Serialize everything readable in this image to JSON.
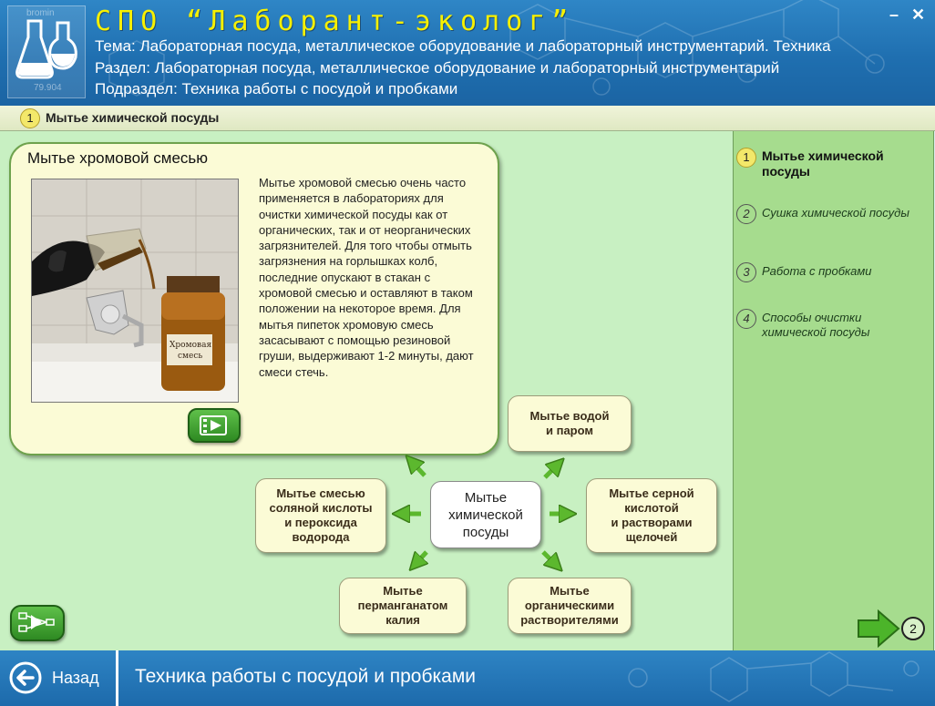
{
  "header": {
    "logo_top": "bromin",
    "logo_bottom": "79.904",
    "app_title": "СПО “Лаборант-эколог”",
    "theme": "Тема: Лабораторная посуда, металлическое оборудование и лабораторный инструментарий. Техника",
    "section": "Раздел: Лабораторная посуда, металлическое оборудование и лабораторный инструментарий",
    "subsection": "Подраздел: Техника работы с посудой и пробками",
    "minimize": "–",
    "close": "✕"
  },
  "topic_bar": {
    "number": "1",
    "label": "Мытье химической посуды"
  },
  "card": {
    "title": "Мытье хромовой смесью",
    "photo_label_1": "Хромовая",
    "photo_label_2": "смесь",
    "text": "Мытье хромовой смесью очень часто применяется в лабораториях для очистки химической посуды как от органических, так и от неорганических загрязнителей. Для того чтобы отмыть загрязнения на горлышках колб, последние опускают в стакан с хромовой смесью и оставляют в таком положении на некоторое время. Для мытья пипеток хромовую смесь засасывают с помощью резиновой груши, выдерживают 1-2 минуты, дают смеси стечь."
  },
  "diagram": {
    "center": "Мытье\nхимической\nпосуды",
    "top_right": "Мытье водой\nи паром",
    "left": "Мытье смесью\nсоляной кислоты\nи пероксида\nводорода",
    "right": "Мытье серной\nкислотой\nи растворами\nщелочей",
    "bottom_left": "Мытье\nперманганатом\nкалия",
    "bottom_right": "Мытье\nорганическими\nрастворителями"
  },
  "sidebar": {
    "items": [
      {
        "number": "1",
        "label": "Мытье химической посуды"
      },
      {
        "number": "2",
        "label": "Сушка химической посуды"
      },
      {
        "number": "3",
        "label": "Работа с пробками"
      },
      {
        "number": "4",
        "label": "Способы очистки химической посуды"
      }
    ],
    "next_number": "2"
  },
  "footer": {
    "back_label": "Назад",
    "title": "Техника работы с посудой и пробками"
  },
  "colors": {
    "header": "#1f6fb0",
    "title_yellow": "#f7f000",
    "main_bg": "#c8f0c2",
    "sidebar_bg": "#a6dc8e",
    "card_bg": "#fbfbd6",
    "arrow_green": "#5cb82e"
  }
}
